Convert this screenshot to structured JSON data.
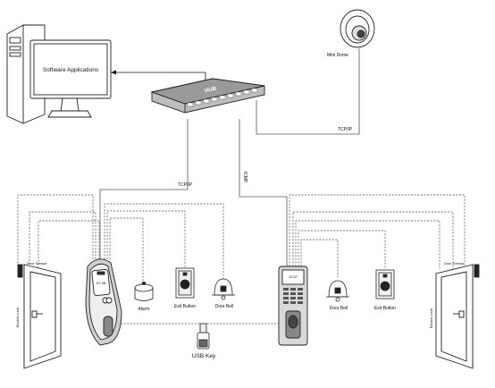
{
  "labels": {
    "software_applications": "Software Applications",
    "hub": "HUB",
    "mini_dome": "Mini Dome",
    "tcpip_dome": "TCP/IP",
    "tcpip_left": "TCP/IP",
    "icmp": "ICMP",
    "alarm": "Alarm",
    "exit_button_left": "Exit Button",
    "door_bell_left": "Door Bell",
    "door_bell_right": "Door Bell",
    "exit_button_right": "Exit Button",
    "usb_key": "USB Key",
    "door_sensor_left": "Door Sensor",
    "door_sensor_right": "Door Sensor",
    "electric_lock_left": "Electric Lock",
    "electric_lock_right": "Electric Lock",
    "terminal_left_screen": "57:48",
    "terminal_right_screen": "12:57"
  }
}
